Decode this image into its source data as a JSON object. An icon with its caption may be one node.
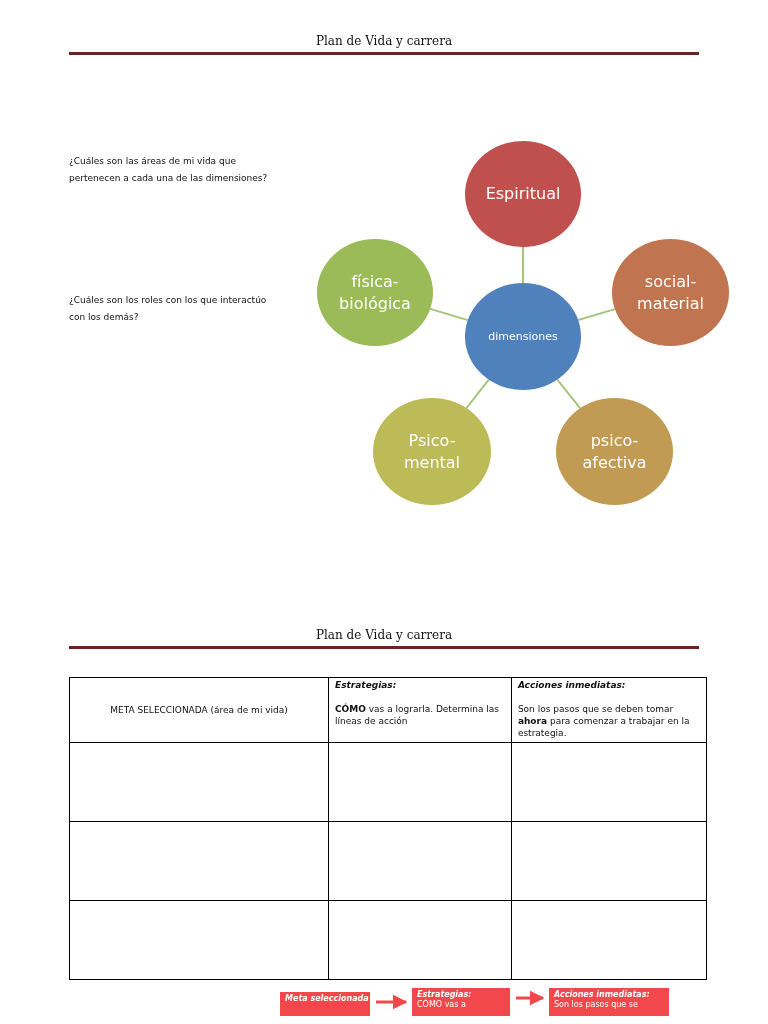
{
  "diagram": {
    "title": "Plan de Vida y carrera",
    "nodes": [
      {
        "text": [
          "Espiritual"
        ]
      },
      {
        "text": [
          "física- biológica"
        ]
      },
      {
        "text": [
          "social- material"
        ]
      },
      {
        "text": [
          "dimensiones"
        ]
      },
      {
        "text": [
          "Psico- mental"
        ]
      },
      {
        "text": [
          "psico- afectiva"
        ]
      },
      {
        "text": [
          "Meta seleccionada"
        ]
      },
      {
        "text": [
          "Estrategias:",
          "CÓMO vas a"
        ]
      },
      {
        "text": [
          "Acciones inmediatas:",
          "Son los pasos que se"
        ]
      }
    ],
    "edges": [
      {
        "from": 3,
        "to": 0,
        "arrow": "none"
      },
      {
        "from": 3,
        "to": 2,
        "arrow": "none"
      },
      {
        "from": 3,
        "to": 5,
        "arrow": "none"
      },
      {
        "from": 3,
        "to": 4,
        "arrow": "none"
      },
      {
        "from": 3,
        "to": 1,
        "arrow": "none"
      },
      {
        "from": 6,
        "to": 7,
        "arrow": "to",
        "color": "#f2484b"
      },
      {
        "from": 7,
        "to": 8,
        "arrow": "to",
        "color": "#f2484b"
      }
    ],
    "labels": [
      "¿Cuáles son las áreas de mi vida que pertenecen a cada una de las dimensiones?",
      "¿Cuáles son los roles con los que interactúo con los demás?",
      "Plan de Vida y carrera",
      "META SELECCIONADA (área de mi vida)",
      "Estrategias:",
      "**CÓMO** vas a lograrla. Determina las líneas de acción",
      "Acciones inmediatas:",
      "Son los pasos que se deben tomar **ahora** para comenzar a trabajar en la estrategia."
    ]
  }
}
